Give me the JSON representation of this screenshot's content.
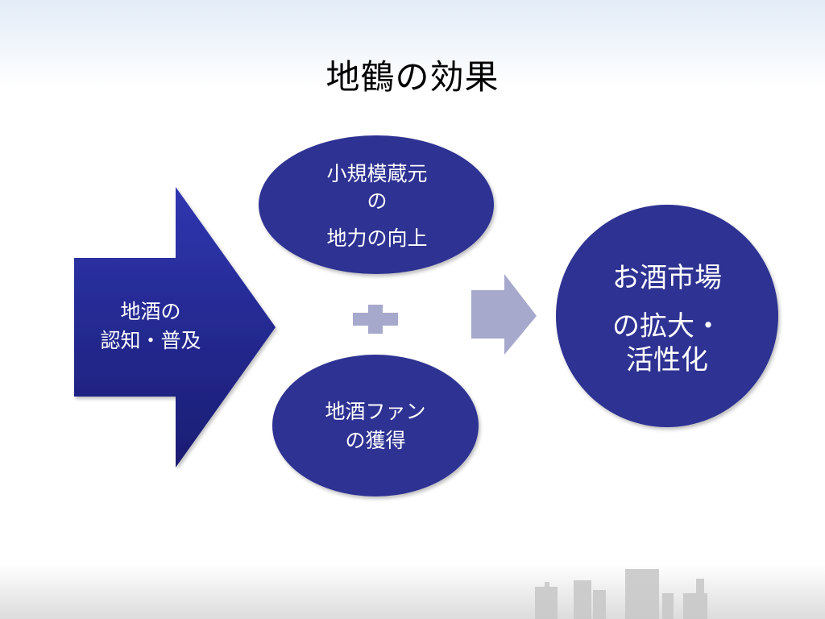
{
  "slide": {
    "title": "地鶴の効果",
    "left_arrow": {
      "line1": "地酒の",
      "line2": "認知・普及"
    },
    "top_oval": {
      "line1": "小規模蔵元",
      "line2": "の",
      "line3": "地力の向上"
    },
    "bottom_oval": {
      "line1": "地酒ファン",
      "line2": "の獲得"
    },
    "right_circle": {
      "line1": "お酒市場",
      "line2": "の拡大・",
      "line3": "活性化"
    }
  },
  "colors": {
    "navy": "#2e3392",
    "navy_light": "#3a43b4",
    "connector": "#a6a9cc"
  }
}
